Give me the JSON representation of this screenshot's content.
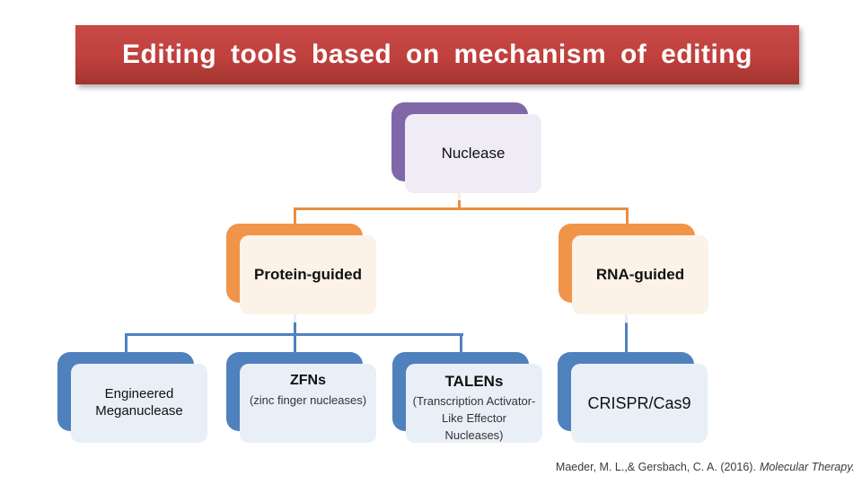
{
  "slide": {
    "title": "Editing tools based on mechanism of editing"
  },
  "diagram": {
    "root": {
      "label": "Nuclease"
    },
    "branches": [
      {
        "label": "Protein-guided"
      },
      {
        "label": "RNA-guided"
      }
    ],
    "leaves": [
      {
        "label": "Engineered Meganuclease"
      },
      {
        "label": "ZFNs",
        "sublabel": "(zinc finger nucleases)"
      },
      {
        "label": "TALENs",
        "sublabel": "(Transcription Activator-Like Effector Nucleases)"
      },
      {
        "label": "CRISPR/Cas9"
      }
    ]
  },
  "citation": {
    "authors": "Maeder, M. L.,& Gersbach, C. A. (2016).",
    "journal": "Molecular Therapy."
  },
  "colors": {
    "banner_red": "#bf403d",
    "purple_accent": "#8068a8",
    "purple_fill": "#efecf6",
    "orange_accent": "#f0944a",
    "orange_fill": "#fcf2e7",
    "blue_accent": "#4f81bd",
    "blue_fill": "#e9eff7",
    "orange_line": "#e78f3f",
    "blue_line": "#4f81bd",
    "title_text": "#ffffff",
    "node_text": "#111111"
  }
}
